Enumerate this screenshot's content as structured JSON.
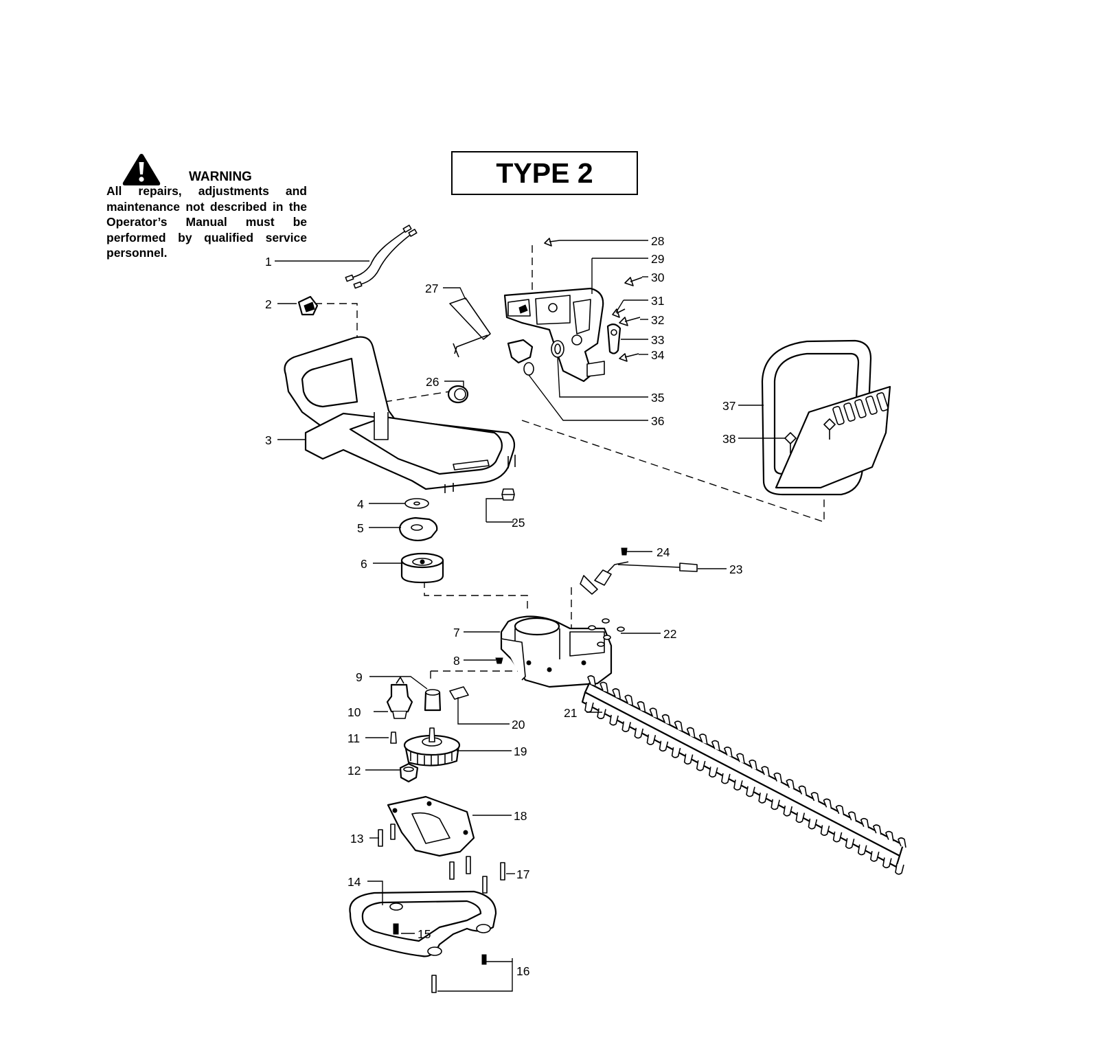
{
  "warning": {
    "title": "WARNING",
    "text": "All repairs, adjustments and maintenance not described in the Operator’s Manual must be performed by qualified service personnel."
  },
  "type_label": "TYPE 2",
  "callouts": [
    "1",
    "2",
    "3",
    "4",
    "5",
    "6",
    "7",
    "8",
    "9",
    "10",
    "11",
    "12",
    "13",
    "14",
    "15",
    "16",
    "17",
    "18",
    "19",
    "20",
    "21",
    "22",
    "23",
    "24",
    "25",
    "26",
    "27",
    "28",
    "29",
    "30",
    "31",
    "32",
    "33",
    "34",
    "35",
    "36",
    "37",
    "38"
  ]
}
